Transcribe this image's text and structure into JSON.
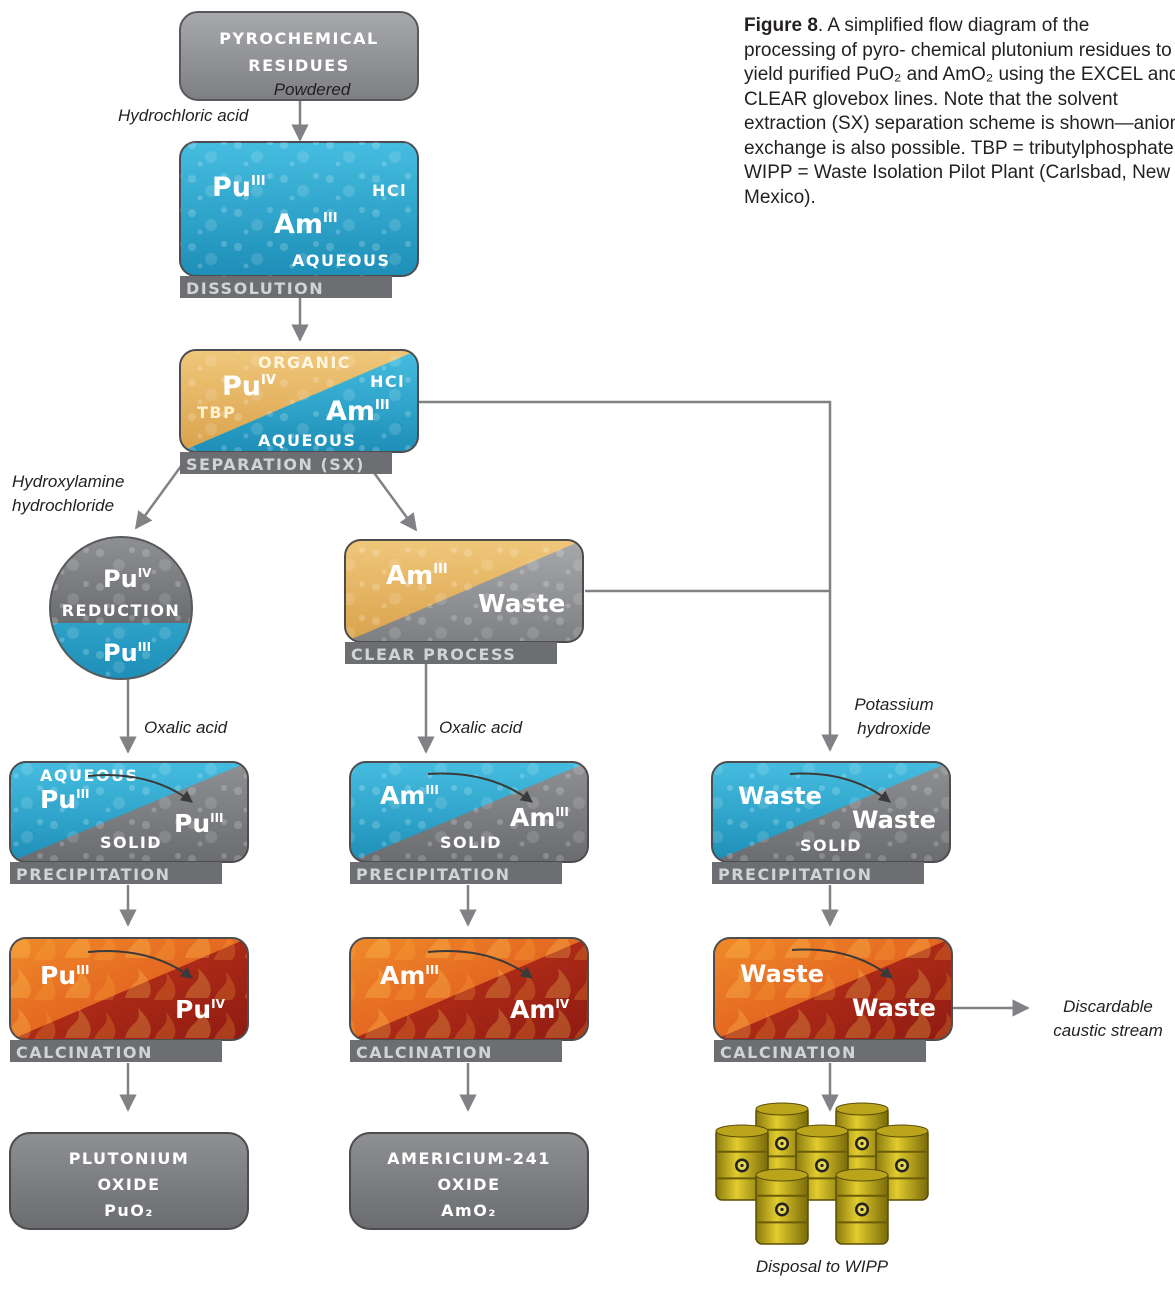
{
  "caption": {
    "figure_label": "Figure 8",
    "text": ". A simplified flow diagram of the processing of pyro- chemical plutonium residues to yield purified PuO₂ and AmO₂ using the EXCEL and CLEAR glovebox lines. Note that the solvent extraction (SX) separation scheme is shown—anion exchange is also possible. TBP = tributylphosphate; WIPP = Waste Isolation Pilot Plant (Carlsbad, New Mexico)."
  },
  "start": {
    "line1": "PYROCHEMICAL",
    "line2": "RESIDUES",
    "sub": "Powdered"
  },
  "reagents": {
    "hcl": "Hydrochloric acid",
    "hydroxylamine_1": "Hydroxylamine",
    "hydroxylamine_2": "hydrochloride",
    "oxalic_1": "Oxalic acid",
    "oxalic_2": "Oxalic acid",
    "koh_1": "Potassium",
    "koh_2": "hydroxide",
    "discard_1": "Discardable",
    "discard_2": "caustic stream",
    "wipp": "Disposal to WIPP"
  },
  "dissolution": {
    "pu": "Pu",
    "pu_ox": "III",
    "am": "Am",
    "am_ox": "III",
    "hcl": "HCl",
    "aqueous": "AQUEOUS",
    "label": "DISSOLUTION"
  },
  "separation": {
    "organic": "ORGANIC",
    "pu": "Pu",
    "pu_ox": "IV",
    "tbp": "TBP",
    "hcl": "HCl",
    "am": "Am",
    "am_ox": "III",
    "aqueous": "AQUEOUS",
    "label": "SEPARATION (SX)"
  },
  "reduction": {
    "top": "Pu",
    "top_ox": "IV",
    "label": "REDUCTION",
    "bottom": "Pu",
    "bottom_ox": "III"
  },
  "clear": {
    "am": "Am",
    "am_ox": "III",
    "waste": "Waste",
    "label": "CLEAR PROCESS"
  },
  "precip_pu": {
    "aqueous": "AQUEOUS",
    "from": "Pu",
    "from_ox": "III",
    "solid": "SOLID",
    "to": "Pu",
    "to_ox": "III",
    "label": "PRECIPITATION"
  },
  "precip_am": {
    "from": "Am",
    "from_ox": "III",
    "solid": "SOLID",
    "to": "Am",
    "to_ox": "III",
    "label": "PRECIPITATION"
  },
  "precip_waste": {
    "from": "Waste",
    "to": "Waste",
    "solid": "SOLID",
    "label": "PRECIPITATION"
  },
  "calc_pu": {
    "from": "Pu",
    "from_ox": "III",
    "to": "Pu",
    "to_ox": "IV",
    "label": "CALCINATION"
  },
  "calc_am": {
    "from": "Am",
    "from_ox": "III",
    "to": "Am",
    "to_ox": "IV",
    "label": "CALCINATION"
  },
  "calc_waste": {
    "from": "Waste",
    "to": "Waste",
    "label": "CALCINATION"
  },
  "product_pu": {
    "line1": "PLUTONIUM",
    "line2": "OXIDE",
    "line3": "PuO₂"
  },
  "product_am": {
    "line1": "AMERICIUM-241",
    "line2": "OXIDE",
    "line3": "AmO₂"
  },
  "colors": {
    "aqueous": "#2fa9cf",
    "organic": "#e5b562",
    "solid": "#808285",
    "fire": "#d2461e",
    "label_bar": "#6d6e71",
    "arrow": "#808285"
  }
}
